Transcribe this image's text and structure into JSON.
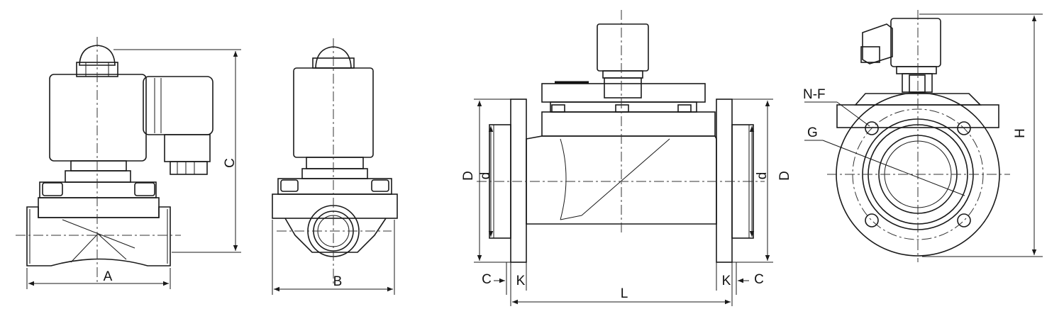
{
  "labels": {
    "a": "A",
    "b": "B",
    "c_threaded": "C",
    "d_outer_left": "D",
    "d_inner_left": "d",
    "d_inner_right": "d",
    "d_outer_right": "D",
    "c_flange_left": "C",
    "k_left": "K",
    "k_right": "K",
    "c_flange_right": "C",
    "l": "L",
    "h": "H",
    "nf": "N-F",
    "g": "G"
  }
}
